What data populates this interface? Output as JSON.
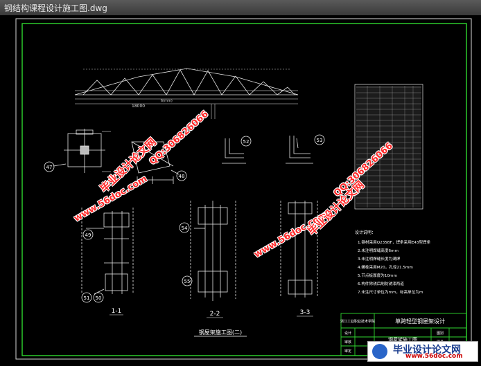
{
  "window": {
    "title": "钢结构课程设计施工图.dwg"
  },
  "drawing": {
    "sheet_title": "钢屋架施工图(二)",
    "section_labels": [
      "1-1",
      "2-2",
      "3-3"
    ],
    "callouts": [
      "47",
      "48",
      "52",
      "53",
      "54",
      "55",
      "49",
      "51",
      "50"
    ],
    "span_label": "18000",
    "notes_heading": "设计说明：",
    "notes": [
      "1.钢材采用Q235BF，焊条采用E43型焊条",
      "2.未注明焊缝高度6mm",
      "3.未注明焊缝长度为满焊",
      "4.螺栓采用M20，孔径21.5mm",
      "5.节点板厚度为10mm",
      "6.构件除锈后刷防锈漆两道",
      "7.未注尺寸单位为mm，标高单位为m"
    ],
    "title_block": {
      "project": "单跨轻型钢屋架设计",
      "drawing_name": "钢屋架施工图",
      "school": "浙江工业职业技术学院",
      "roles": [
        "设计",
        "审核",
        "审定"
      ],
      "cells": [
        "图别",
        "图号",
        "日期"
      ]
    }
  },
  "watermarks": [
    "毕业设计论文网",
    "www.56doc.com",
    "QQ:306826066",
    "www.56doc.com",
    "QQ:306826066",
    "毕业设计论文网"
  ],
  "logo": {
    "text": "毕业设计论文网",
    "url": "www.56doc.com"
  }
}
